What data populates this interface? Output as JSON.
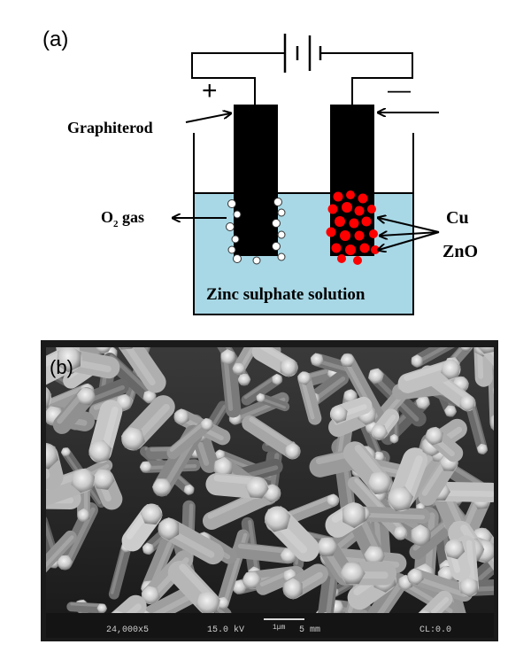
{
  "panel_a": {
    "label": "(a)",
    "positive_sign": "+",
    "negative_sign": "—",
    "graphite_label": "Graphiterod",
    "o2_label_main": "O",
    "o2_label_sub": "2",
    "o2_label_rest": " gas",
    "cu_label": "Cu",
    "zno_label": "ZnO",
    "solution_label": "Zinc sulphate solution",
    "colors": {
      "solution": "#a8d8e6",
      "electrode": "#000000",
      "particles": "#ff0000",
      "bubbles": "#ffffff"
    }
  },
  "panel_b": {
    "label": "(b)",
    "magnification": "24,000x5",
    "voltage": "15.0 kV",
    "scale_unit": "1μm",
    "scale_value": "5 mm",
    "cl_value": "CL:0.0",
    "image_type": "SEM micrograph of ZnO nanorods"
  }
}
